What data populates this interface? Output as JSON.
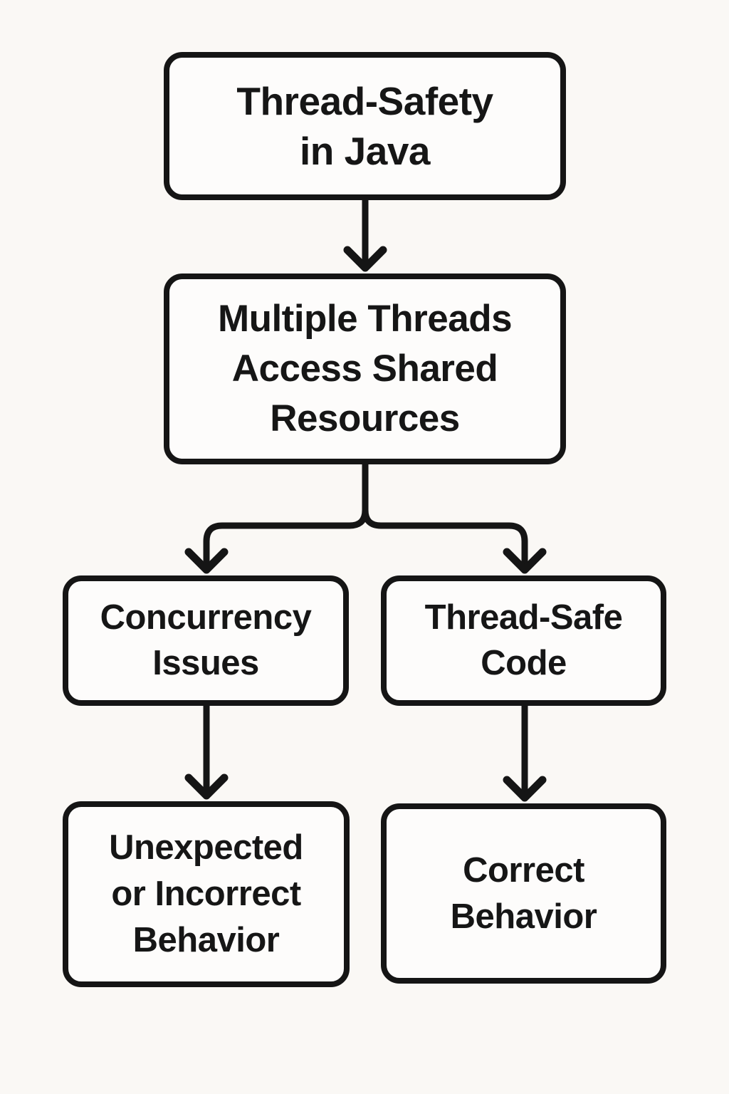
{
  "diagram": {
    "type": "flowchart",
    "title": "Thread-Safety in Java",
    "colors": {
      "background": "#faf8f5",
      "node_fill": "#fdfcfb",
      "stroke": "#151515",
      "text": "#161616"
    },
    "nodes": {
      "root": {
        "label": "Thread-Safety in Java",
        "lines": [
          "Thread-Safety",
          "in Java"
        ]
      },
      "shared": {
        "label": "Multiple Threads Access Shared Resources",
        "lines": [
          "Multiple Threads",
          "Access Shared",
          "Resources"
        ]
      },
      "issues": {
        "label": "Concurrency Issues",
        "lines": [
          "Concurrency",
          "Issues"
        ]
      },
      "safe": {
        "label": "Thread-Safe Code",
        "lines": [
          "Thread-Safe",
          "Code"
        ]
      },
      "unexpected": {
        "label": "Unexpected or Incorrect Behavior",
        "lines": [
          "Unexpected",
          "or Incorrect",
          "Behavior"
        ]
      },
      "correct": {
        "label": "Correct Behavior",
        "lines": [
          "Correct",
          "Behavior"
        ]
      }
    },
    "edges": [
      {
        "from": "root",
        "to": "shared"
      },
      {
        "from": "shared",
        "to": "issues"
      },
      {
        "from": "shared",
        "to": "safe"
      },
      {
        "from": "issues",
        "to": "unexpected"
      },
      {
        "from": "safe",
        "to": "correct"
      }
    ]
  }
}
